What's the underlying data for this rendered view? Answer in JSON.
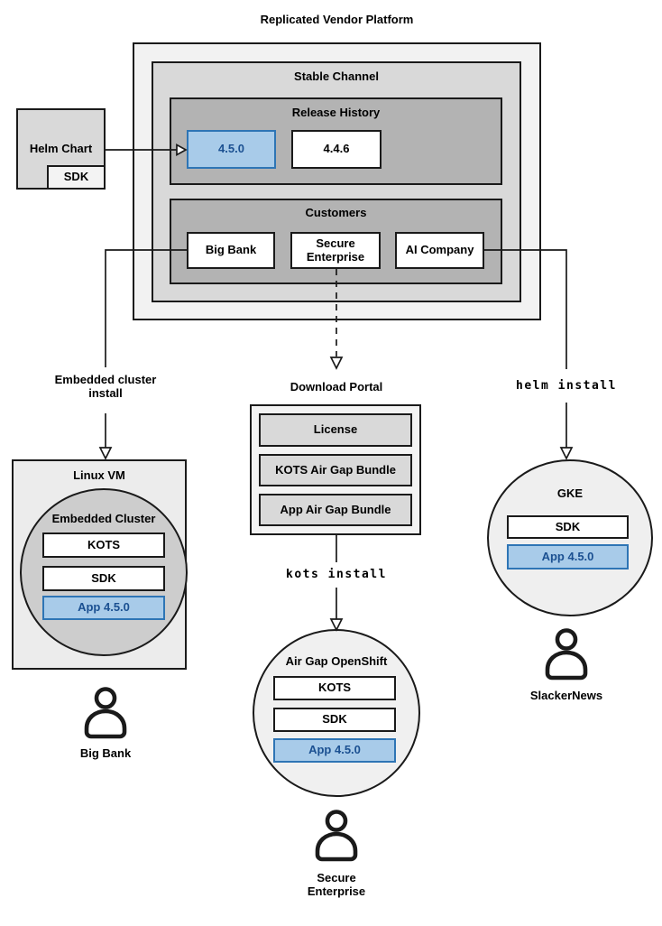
{
  "diagram": {
    "title": "Replicated Vendor Platform"
  },
  "stable_channel": {
    "title": "Stable Channel"
  },
  "release_history": {
    "title": "Release History",
    "releases": [
      "4.5.0",
      "4.4.6"
    ]
  },
  "customers": {
    "title": "Customers",
    "items": [
      "Big Bank",
      "Secure Enterprise",
      "AI Company"
    ]
  },
  "helm_chart": {
    "title": "Helm Chart",
    "sdk": "SDK"
  },
  "left_flow": {
    "arrow_label": "Embedded cluster install",
    "host_title": "Linux VM",
    "cluster_title": "Embedded Cluster",
    "components": [
      "KOTS",
      "SDK",
      "App 4.5.0"
    ],
    "user_label": "Big Bank"
  },
  "middle_flow": {
    "portal_title": "Download Portal",
    "portal_items": [
      "License",
      "KOTS Air Gap Bundle",
      "App Air Gap Bundle"
    ],
    "arrow_label": "kots install",
    "cluster_title": "Air Gap OpenShift",
    "components": [
      "KOTS",
      "SDK",
      "App 4.5.0"
    ],
    "user_label": "Secure Enterprise"
  },
  "right_flow": {
    "arrow_label": "helm install",
    "cluster_title": "GKE",
    "components": [
      "SDK",
      "App 4.5.0"
    ],
    "user_label": "SlackerNews"
  },
  "colors": {
    "highlight_fill": "#a8cbe9",
    "highlight_border": "#2e75b5",
    "highlight_text": "#1b5091",
    "box_border": "#1a1a1a"
  }
}
